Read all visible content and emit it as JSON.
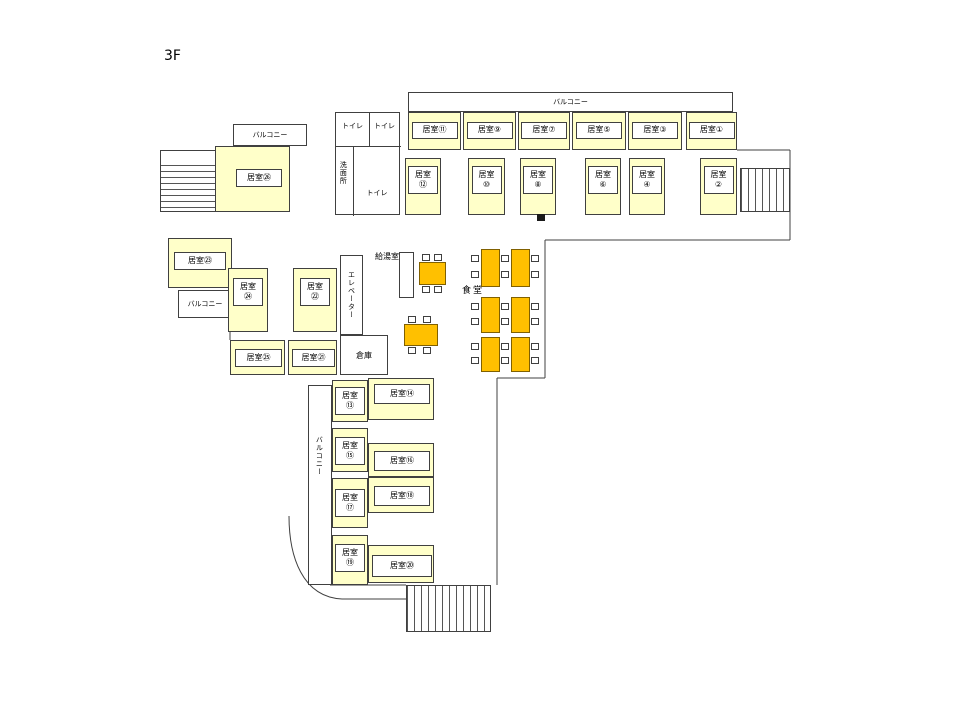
{
  "labels": {
    "floor": "3F",
    "balcony": "バルコニー",
    "toilet": "トイレ",
    "washroom": "洗面所",
    "elevator": "エレベーター",
    "kitchenette": "給湯室",
    "dining": "食堂",
    "storage": "倉庫"
  },
  "rooms": {
    "r1": "居室①",
    "r2": "居室\n②",
    "r3": "居室③",
    "r4": "居室\n④",
    "r5": "居室⑤",
    "r6": "居室\n⑥",
    "r7": "居室⑦",
    "r8": "居室\n⑧",
    "r9": "居室⑨",
    "r10": "居室\n⑩",
    "r11": "居室⑪",
    "r12": "居室\n⑫",
    "r13": "居室\n⑬",
    "r14": "居室⑭",
    "r15": "居室\n⑮",
    "r16": "居室⑯",
    "r17": "居室\n⑰",
    "r18": "居室⑱",
    "r19": "居室\n⑲",
    "r20": "居室⑳",
    "r21": "居室㉑",
    "r22": "居室\n㉒",
    "r23": "居室㉓",
    "r24": "居室\n㉔",
    "r25": "居室㉕",
    "r26": "居室㉖"
  },
  "colors": {
    "room_fill": "#FFFFC9",
    "table_fill": "#FFC000",
    "wall": "#404040",
    "background": "#FFFFFF"
  }
}
